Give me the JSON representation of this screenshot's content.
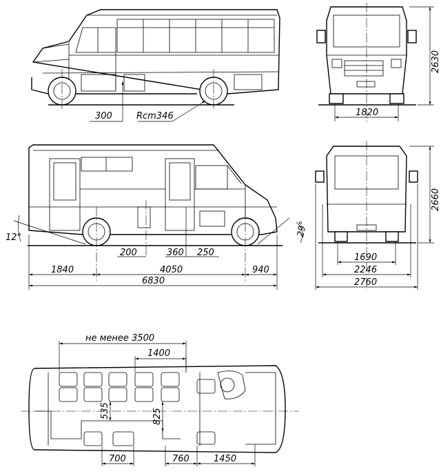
{
  "side_view": {
    "ground_clearance": "300",
    "turning_radius": "Rcm346"
  },
  "front_view": {
    "height": "2630",
    "track_width": "1820"
  },
  "side_view_2": {
    "approach_angle": "12°",
    "departure_angle": "29°",
    "dim_200": "200",
    "dim_360": "360",
    "dim_250": "250",
    "front_overhang": "1840",
    "wheelbase": "4050",
    "rear_overhang": "940",
    "length": "6830"
  },
  "rear_view": {
    "height": "2660",
    "dim_1690": "1690",
    "dim_2246": "2246",
    "width": "2760"
  },
  "plan_view": {
    "min_label": "не менее 3500",
    "dim_1400": "1400",
    "dim_535": "535",
    "dim_825": "825",
    "dim_700": "700",
    "dim_760": "760",
    "dim_1450": "1450"
  }
}
